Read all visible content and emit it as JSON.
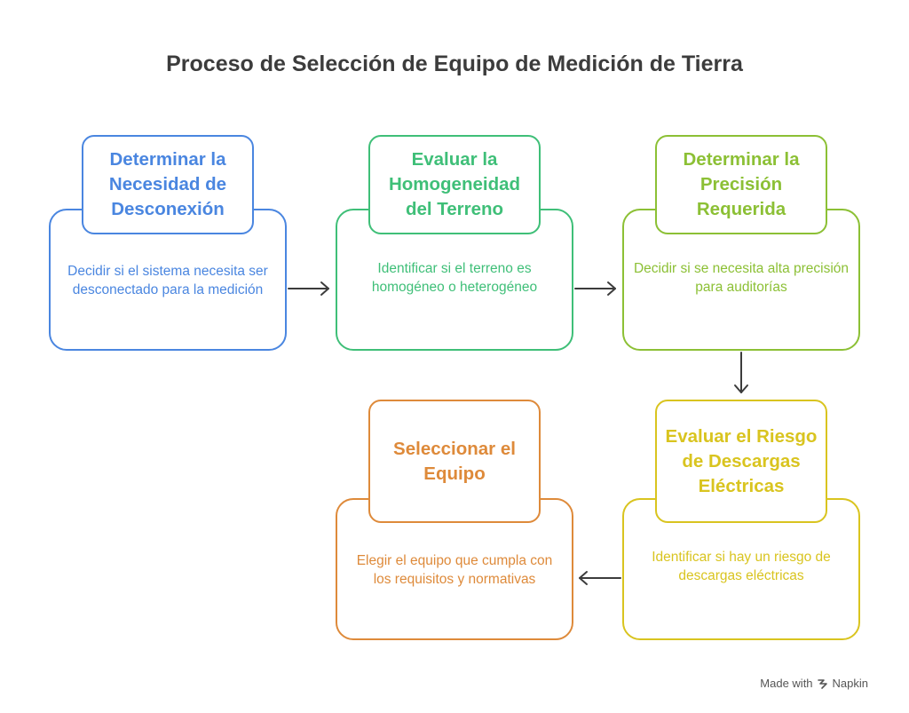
{
  "title": "Proceso de Selección de Equipo de Medición de Tierra",
  "steps": [
    {
      "heading": "Determinar la Necesidad de Desconexión",
      "description": "Decidir si el sistema necesita ser desconectado para la medición",
      "color": "#4a86e0"
    },
    {
      "heading": "Evaluar la Homogeneidad del Terreno",
      "description": "Identificar si el terreno es homogéneo o heterogéneo",
      "color": "#3fbf78"
    },
    {
      "heading": "Determinar la Precisión Requerida",
      "description": "Decidir si se necesita alta precisión para auditorías",
      "color": "#8cc035"
    },
    {
      "heading": "Evaluar el Riesgo de Descargas Eléctricas",
      "description": "Identificar si hay un riesgo de descargas eléctricas",
      "color": "#d9c41f"
    },
    {
      "heading": "Seleccionar el Equipo",
      "description": "Elegir el equipo que cumpla con los requisitos y normativas",
      "color": "#de8a3a"
    }
  ],
  "arrow_color": "#3c3c3c",
  "footer": {
    "made_with": "Made with",
    "brand": "Napkin"
  }
}
